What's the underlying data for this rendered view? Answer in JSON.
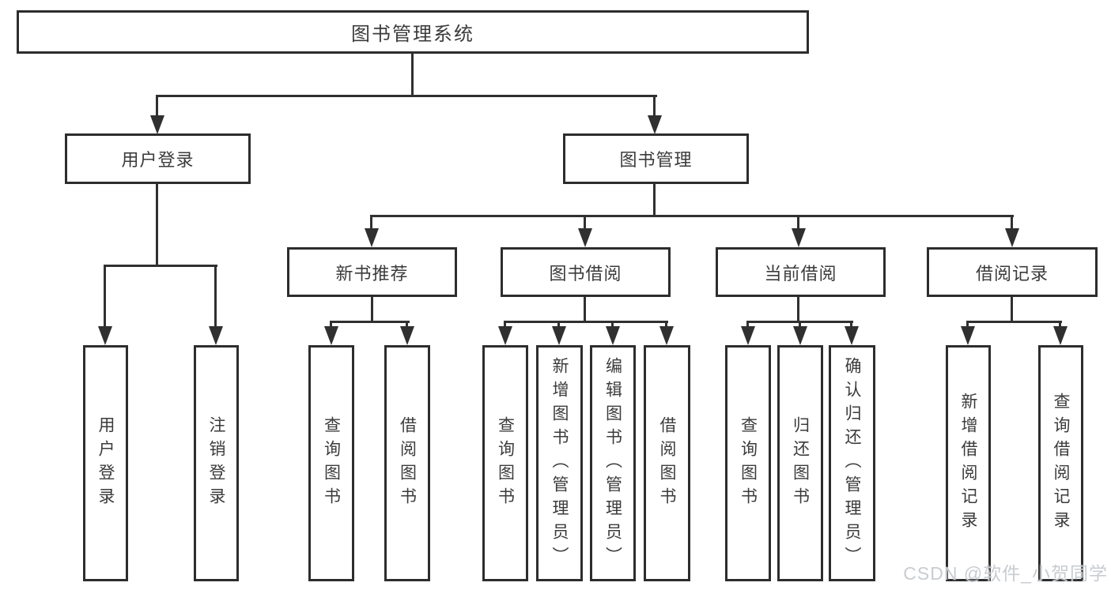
{
  "colors": {
    "line": "#303030",
    "border": "#2d2d2d",
    "text": "#3b3b3b",
    "background": "#ffffff",
    "watermark": "#c5c9cf"
  },
  "watermark": {
    "text": "CSDN @软件_小贺同学"
  },
  "tree": {
    "root": {
      "label": "图书管理系统"
    },
    "level2": [
      {
        "label": "用户登录",
        "children": [
          {
            "label": "用户登录"
          },
          {
            "label": "注销登录"
          }
        ]
      },
      {
        "label": "图书管理",
        "children": [
          {
            "label": "新书推荐",
            "children": [
              {
                "label": "查询图书"
              },
              {
                "label": "借阅图书"
              }
            ]
          },
          {
            "label": "图书借阅",
            "children": [
              {
                "label": "查询图书"
              },
              {
                "label": "新增图书（管理员）"
              },
              {
                "label": "编辑图书（管理员）"
              },
              {
                "label": "借阅图书"
              }
            ]
          },
          {
            "label": "当前借阅",
            "children": [
              {
                "label": "查询图书"
              },
              {
                "label": "归还图书"
              },
              {
                "label": "确认归还（管理员）"
              }
            ]
          },
          {
            "label": "借阅记录",
            "children": [
              {
                "label": "新增借阅记录"
              },
              {
                "label": "查询借阅记录"
              }
            ]
          }
        ]
      }
    ]
  }
}
